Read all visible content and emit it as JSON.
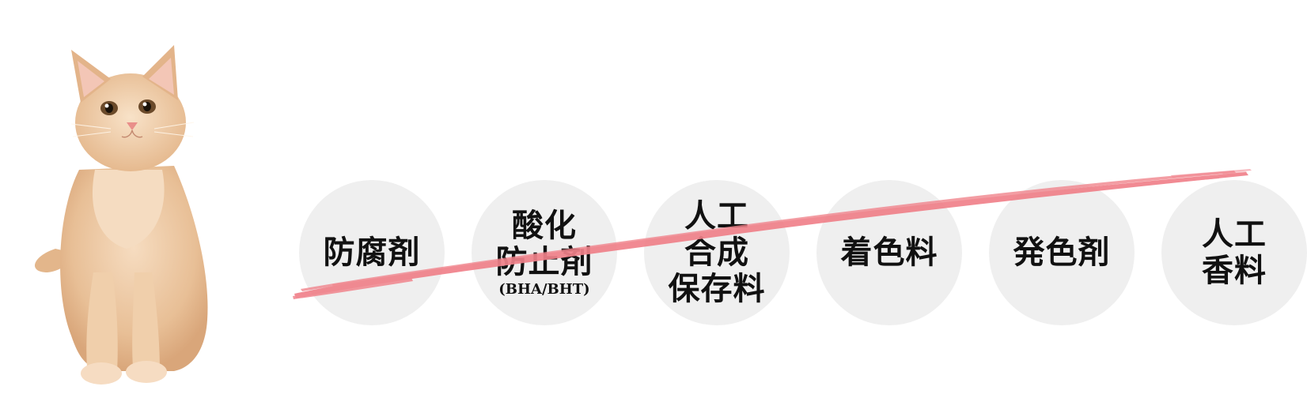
{
  "items": [
    {
      "lines": [
        "防腐剤"
      ],
      "sub": ""
    },
    {
      "lines": [
        "酸化",
        "防止剤"
      ],
      "sub": "(BHA/BHT)"
    },
    {
      "lines": [
        "人工",
        "合成",
        "保存料"
      ],
      "sub": ""
    },
    {
      "lines": [
        "着色料"
      ],
      "sub": ""
    },
    {
      "lines": [
        "発色剤"
      ],
      "sub": ""
    },
    {
      "lines": [
        "人工",
        "香料"
      ],
      "sub": ""
    }
  ],
  "colors": {
    "circle_bg": "#efefef",
    "strike": "#f0818a",
    "text": "#111111"
  },
  "icons": {
    "photo": "kitten-photo",
    "strike": "brush-strike-line"
  }
}
